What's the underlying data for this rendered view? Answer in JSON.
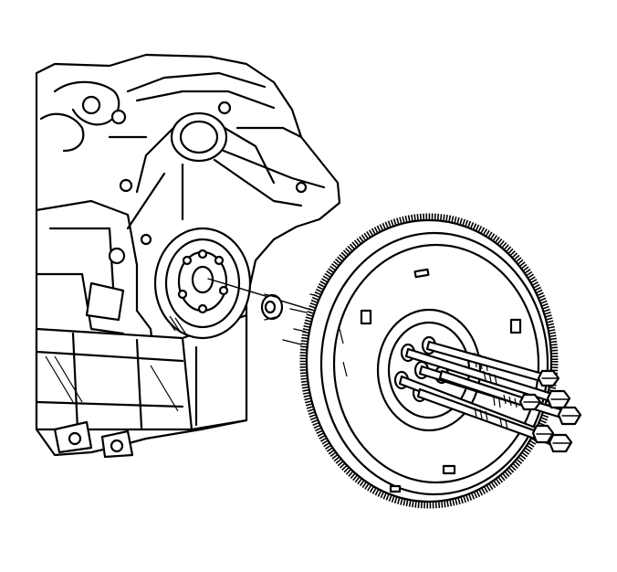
{
  "figure": {
    "components": [
      {
        "id": "engine-block",
        "icon": "engine-block-rear-view"
      },
      {
        "id": "crankshaft-flange",
        "icon": "crankshaft-rear-flange"
      },
      {
        "id": "pilot-bushing",
        "icon": "pilot-bushing"
      },
      {
        "id": "flywheel",
        "icon": "flywheel-with-ring-gear"
      },
      {
        "id": "flywheel-bolts",
        "icon": "flywheel-bolt-set",
        "count": 6
      }
    ],
    "stroke_color": "#000000",
    "background_color": "#ffffff"
  }
}
